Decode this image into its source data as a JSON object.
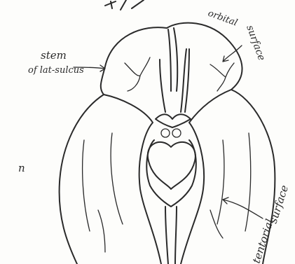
{
  "labels": {
    "orbital_surface": [
      "orbital",
      "surface"
    ],
    "stem": [
      "stem",
      "of lat-sulcus"
    ],
    "tentorial_surface": [
      "tentorial",
      "surface"
    ],
    "margin_mark": "n"
  }
}
